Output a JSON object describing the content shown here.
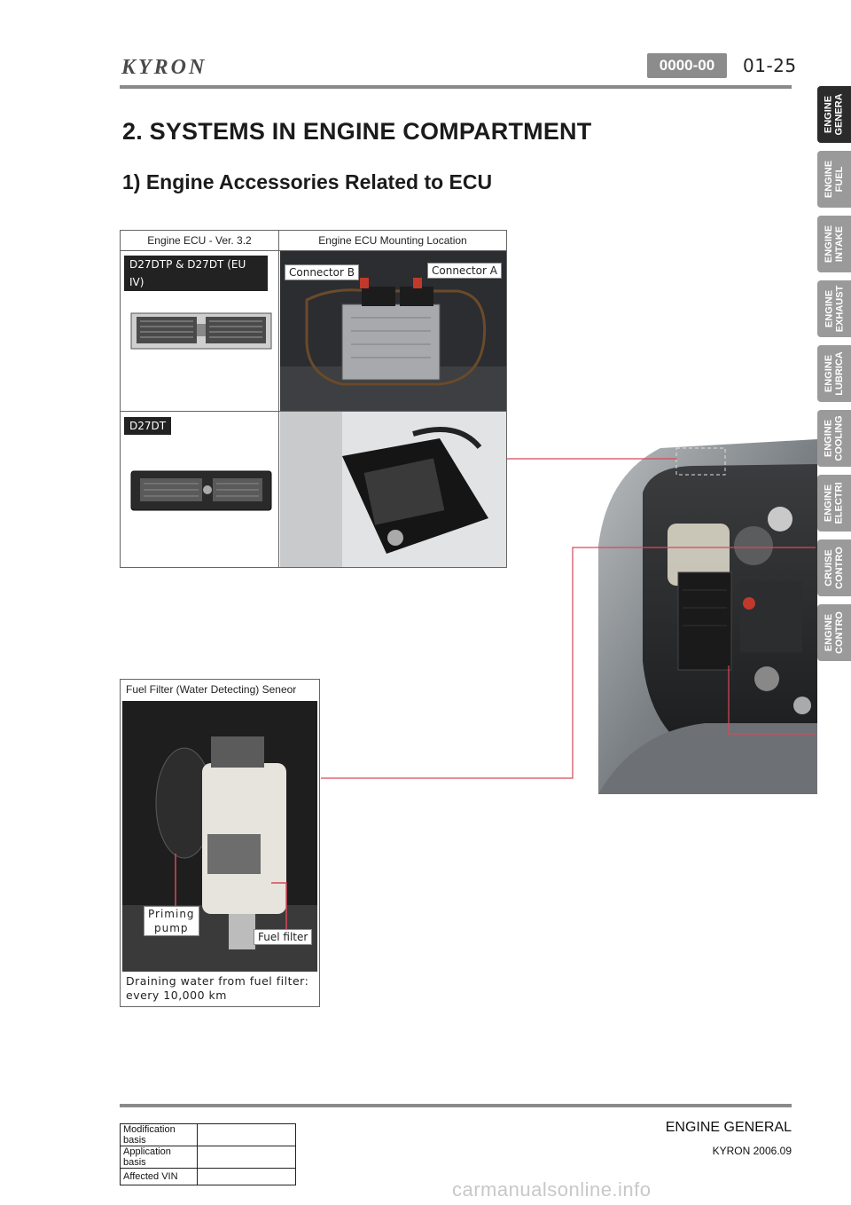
{
  "header": {
    "logo_text": "KYRON",
    "section_code": "0000-00",
    "page_number": "01-25"
  },
  "title": "2. SYSTEMS IN ENGINE COMPARTMENT",
  "subtitle": "1) Engine Accessories Related to ECU",
  "side_tabs": [
    {
      "label": "ENGINE\nGENERA",
      "active": true
    },
    {
      "label": "ENGINE\nFUEL",
      "active": false
    },
    {
      "label": "ENGINE\nINTAKE",
      "active": false
    },
    {
      "label": "ENGINE\nEXHAUST",
      "active": false
    },
    {
      "label": "ENGINE\nLUBRICA",
      "active": false
    },
    {
      "label": "ENGINE\nCOOLING",
      "active": false
    },
    {
      "label": "ENGINE\nELECTRI",
      "active": false
    },
    {
      "label": "CRUISE\nCONTRO",
      "active": false
    },
    {
      "label": "ENGINE\nCONTRO",
      "active": false
    }
  ],
  "ecu_table": {
    "col1_header": "Engine ECU - Ver. 3.2",
    "col2_header": "Engine ECU Mounting Location",
    "row1_label": "D27DTP & D27DT (EU IV)",
    "row2_label": "D27DT",
    "connector_b": "Connector B",
    "connector_a": "Connector A"
  },
  "fuel_filter": {
    "title": "Fuel Filter (Water Detecting) Seneor",
    "priming_pump": "Priming\npump",
    "fuel_filter_label": "Fuel filter",
    "note": "Draining water from fuel filter:\nevery 10,000 km"
  },
  "footer": {
    "section_name": "ENGINE GENERAL",
    "model": "KYRON 2006.09",
    "rows": [
      {
        "label": "Modification basis",
        "value": ""
      },
      {
        "label": "Application basis",
        "value": ""
      },
      {
        "label": "Affected VIN",
        "value": ""
      }
    ]
  },
  "watermark": "carmanualsonline.info",
  "colors": {
    "accent_badge": "#8c8c8c",
    "tab_inactive": "#9a9a9a",
    "tab_active": "#2b2b2b",
    "leader_line": "#d9485a"
  }
}
